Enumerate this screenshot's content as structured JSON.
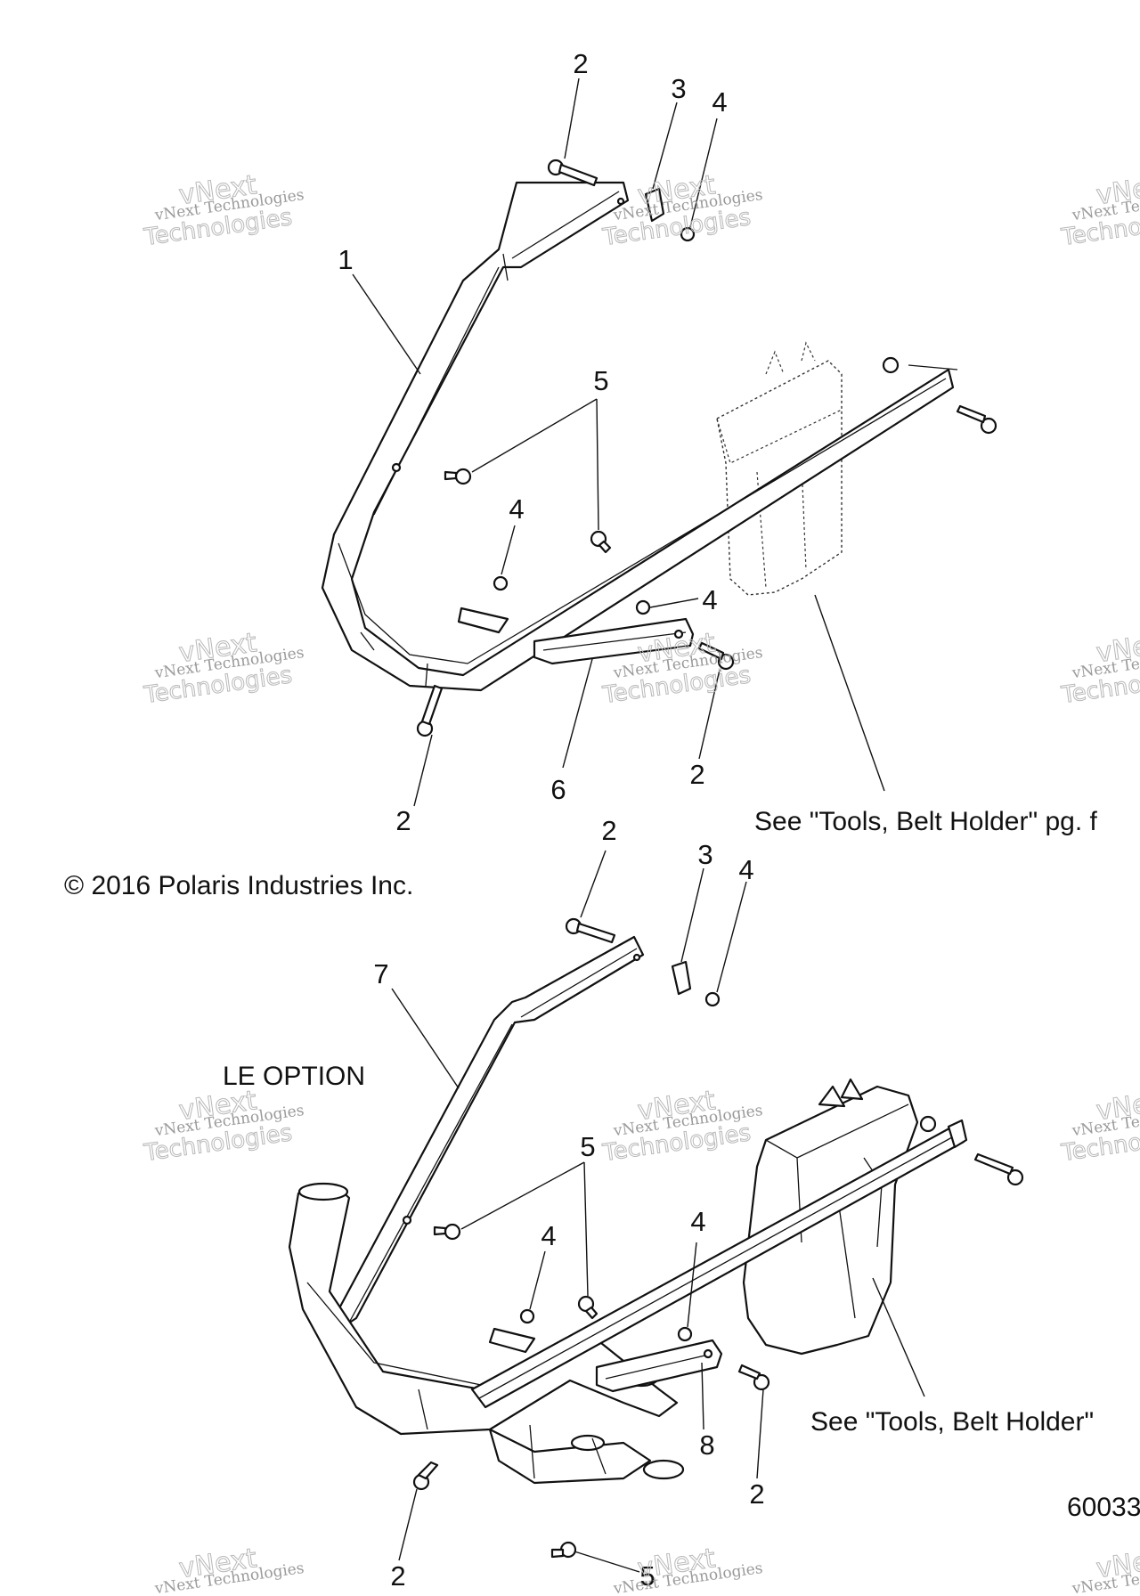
{
  "callouts": {
    "top": [
      "2",
      "3",
      "4",
      "1",
      "5",
      "4",
      "4",
      "2",
      "6",
      "2"
    ],
    "bottom": [
      "2",
      "3",
      "4",
      "7",
      "5",
      "4",
      "4",
      "8",
      "2",
      "2",
      "5"
    ]
  },
  "notes": {
    "copyright": "© 2016 Polaris Industries Inc.",
    "le_option": "LE OPTION",
    "see_tools_top": "See \"Tools, Belt Holder\" pg. f",
    "see_tools_bottom": "See \"Tools, Belt Holder\"",
    "drawing_number": "60033"
  },
  "watermark": {
    "line1": "vNext Technologies",
    "line2": "vNext",
    "line3": "Technologies"
  }
}
